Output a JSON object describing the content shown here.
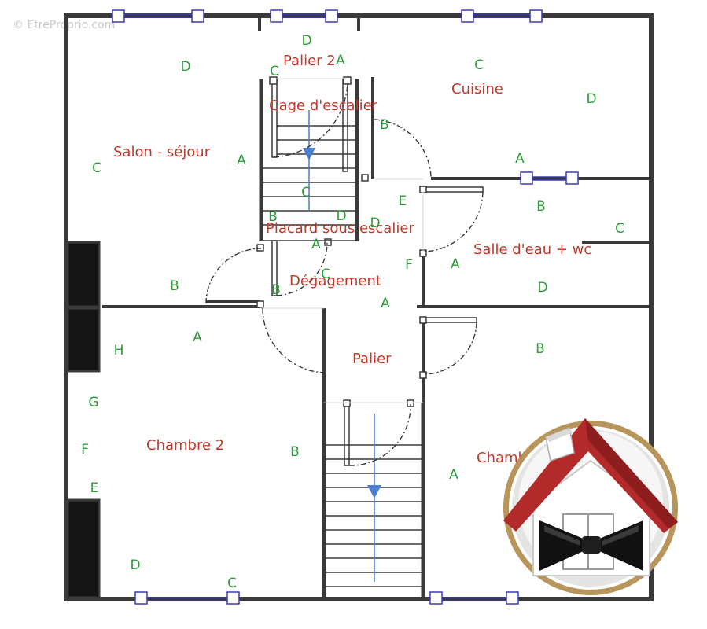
{
  "watermark": "© EtreProprio.com",
  "rooms": {
    "palier2": "Palier 2",
    "cuisine": "Cuisine",
    "cage": "Cage d'escalier",
    "salon": "Salon - séjour",
    "placard": "Placard sous escalier",
    "salle_eau": "Salle d'eau + wc",
    "degagement": "Dégagement",
    "palier": "Palier",
    "chambre2": "Chambre 2",
    "chambre1": "Chambre"
  },
  "wall_labels": {
    "w01": "D",
    "w02": "C",
    "w03": "A",
    "w04": "D",
    "w05": "C",
    "w06": "D",
    "w07": "B",
    "w08": "C",
    "w09": "A",
    "w10": "A",
    "w11": "C",
    "w12": "B",
    "w13": "E",
    "w14": "B",
    "w15": "D",
    "w16": "D",
    "w17": "C",
    "w18": "A",
    "w19": "F",
    "w20": "A",
    "w21": "B",
    "w22": "B",
    "w23": "C",
    "w24": "A",
    "w25": "D",
    "w26": "A",
    "w27": "H",
    "w28": "B",
    "w29": "G",
    "w30": "F",
    "w31": "B",
    "w32": "E",
    "w33": "A",
    "w34": "D",
    "w35": "C"
  },
  "colors": {
    "wall": "#3a3a3a",
    "room_label": "#c0392b",
    "wall_label": "#2e9e3a",
    "window": "#3b3bb0",
    "stair_arrow": "#4a7fd6",
    "logo_roof": "#b22a2a",
    "logo_ring": "#b8955a"
  },
  "icons": {
    "logo": "house-bowtie-logo-icon"
  }
}
